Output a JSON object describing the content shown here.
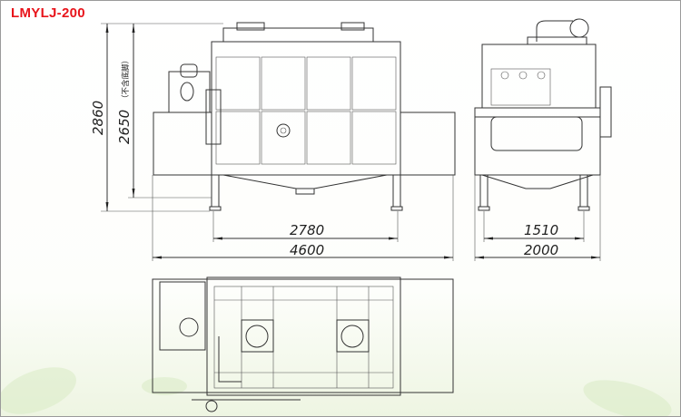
{
  "title": "LMYLJ-200",
  "dimensions": {
    "overall_height": "2860",
    "height_without_feet": "2650",
    "height_note": "（不含底脚）",
    "leg_span_length": "2780",
    "overall_length": "4600",
    "leg_span_width": "1510",
    "overall_width": "2000"
  },
  "colors": {
    "title": "#e8141b",
    "line": "#333333"
  }
}
